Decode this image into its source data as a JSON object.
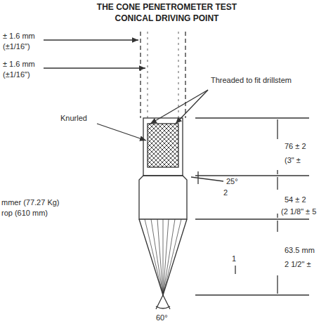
{
  "diagram": {
    "title": "THE CONE PENETROMETER TEST CONICAL DRIVING POINT",
    "labels": [
      "± 1.6 mm",
      "(±1/16\")",
      "± 1.6 mm",
      "(±1/16\")",
      "Threaded to fit drillstem",
      "Knurled",
      "76 ± 2",
      "(3\" ± ",
      "25°",
      "2",
      "54 ± 2",
      "(2 1/8\" ± 5",
      "mmer (77.27 Kg)",
      "rop (610 mm)",
      "63.5 mm",
      "1",
      "2 1/2\" ±",
      "60°"
    ]
  }
}
